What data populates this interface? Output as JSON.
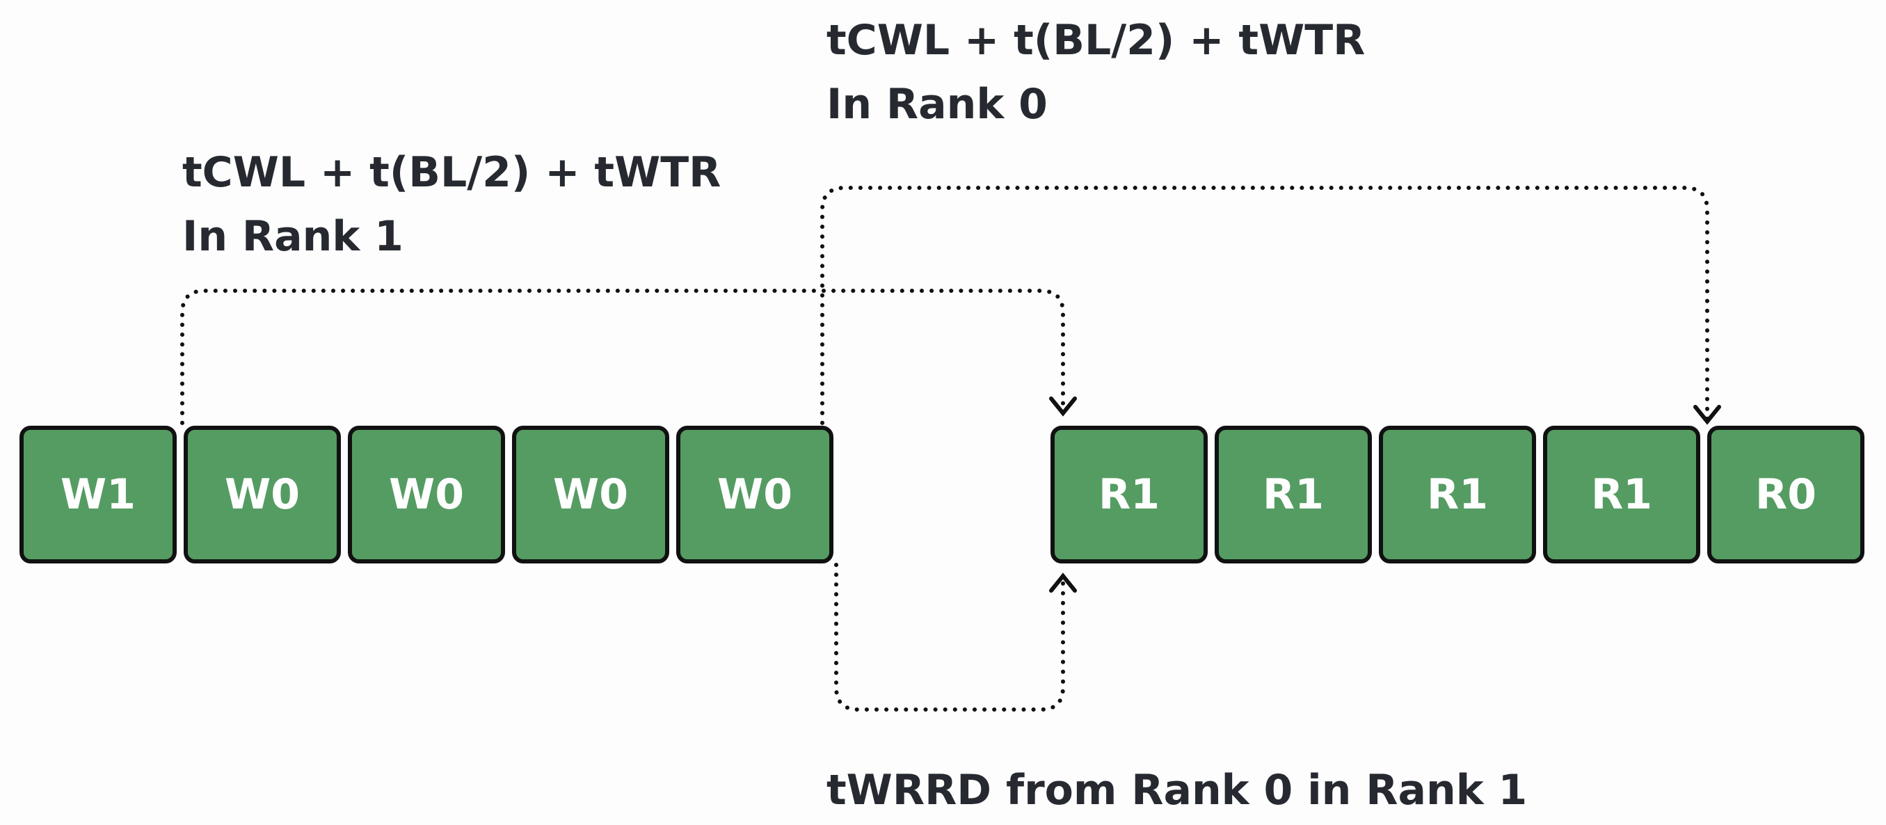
{
  "annotations": {
    "rank1_timing": {
      "line1": "tCWL + t(BL/2) + tWTR",
      "line2": "In Rank 1"
    },
    "rank0_timing": {
      "line1": "tCWL + t(BL/2) + tWTR",
      "line2": "In Rank 0"
    },
    "wrrd_timing": "tWRRD from Rank 0 in Rank 1"
  },
  "write_commands": [
    "W1",
    "W0",
    "W0",
    "W0",
    "W0"
  ],
  "read_commands": [
    "R1",
    "R1",
    "R1",
    "R1",
    "R0"
  ],
  "colors": {
    "command_fill": "#559c63",
    "command_border": "#111111",
    "command_text": "#ffffff",
    "label_text": "#262a30",
    "connector": "#111111"
  },
  "connectors": [
    {
      "from": "W1",
      "to": "R1",
      "label": "rank1_timing"
    },
    {
      "from": "W0",
      "to": "R0",
      "label": "rank0_timing"
    },
    {
      "from": "W0",
      "to": "R1",
      "label": "wrrd_timing"
    }
  ]
}
